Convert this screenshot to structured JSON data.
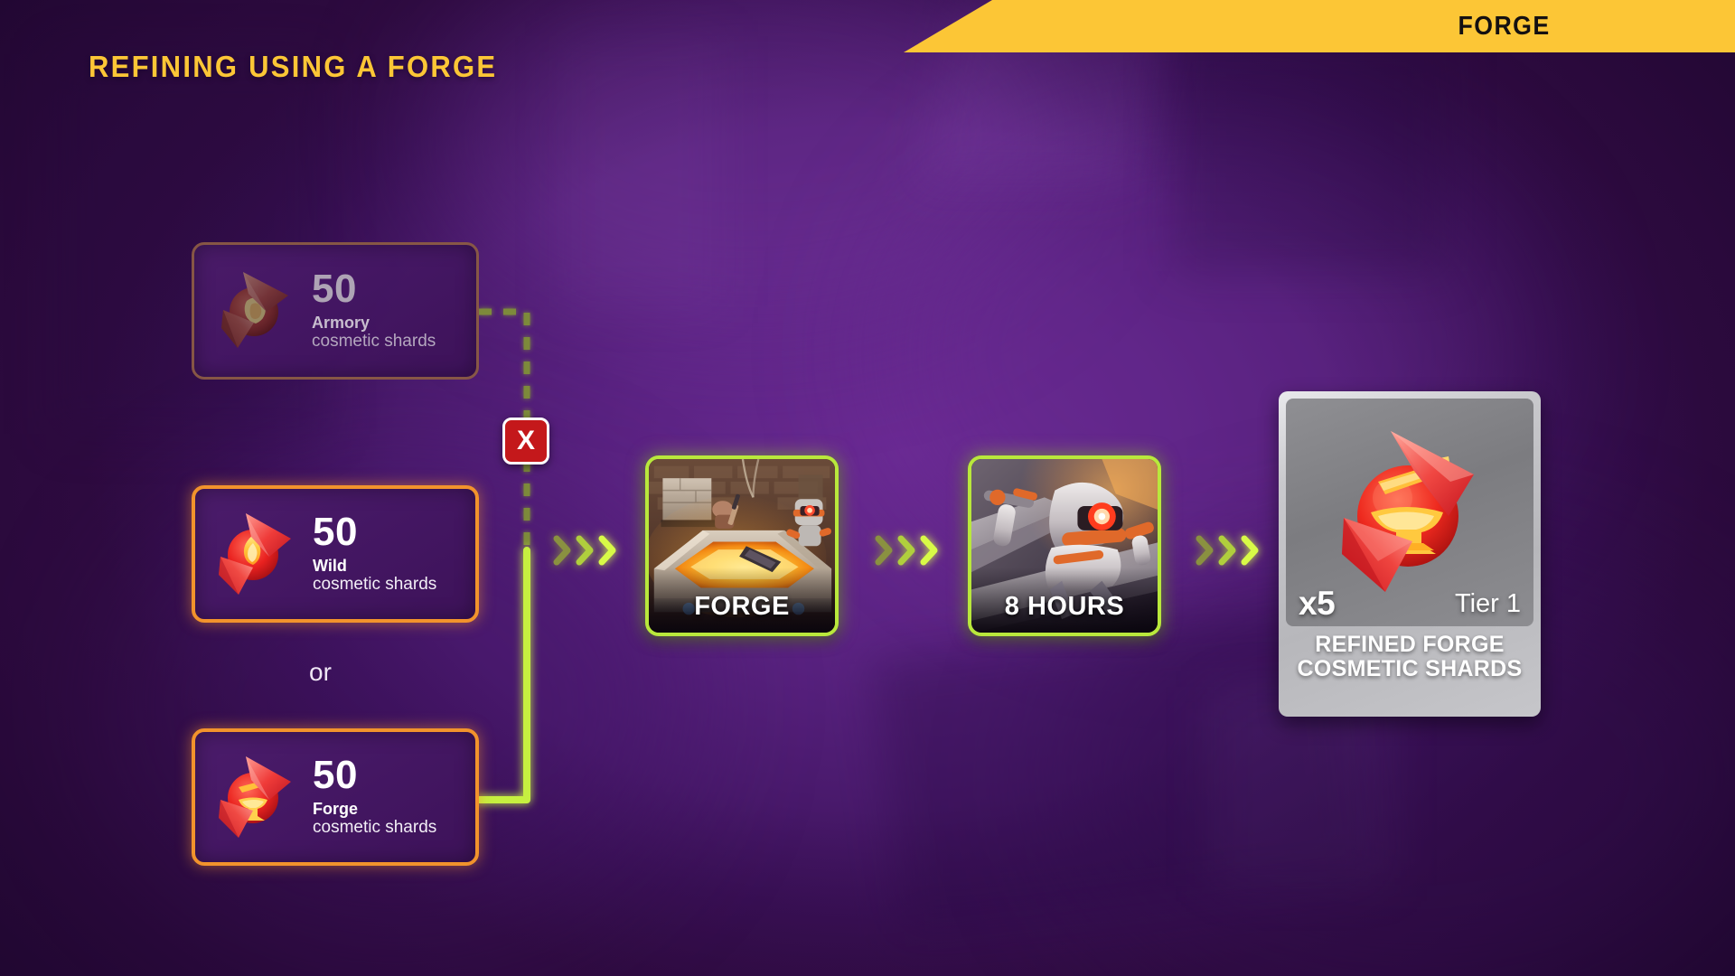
{
  "banner": {
    "label": "FORGE"
  },
  "header": {
    "title": "REFINING USING A FORGE"
  },
  "colors": {
    "accent_yellow": "#fcc636",
    "background_purple": "#5b2383",
    "border_active_orange": "#f2932c",
    "border_dim_orange": "#8a5a45",
    "connector_green": "#b9e83c",
    "connector_dim": "#7d8a3a",
    "error_red": "#c4181b",
    "result_silver": "#c9c9cd"
  },
  "ingredients": {
    "or_label": "or",
    "items": [
      {
        "quantity": "50",
        "name": "Armory",
        "subtitle": "cosmetic shards",
        "state": "unavailable",
        "icon": "armory-shard-icon"
      },
      {
        "quantity": "50",
        "name": "Wild",
        "subtitle": "cosmetic shards",
        "state": "available",
        "icon": "wild-shard-icon"
      },
      {
        "quantity": "50",
        "name": "Forge",
        "subtitle": "cosmetic shards",
        "state": "available",
        "icon": "forge-shard-icon"
      }
    ]
  },
  "blocked_marker": {
    "symbol": "X"
  },
  "process": {
    "steps": [
      {
        "label": "FORGE",
        "icon": "forge-station-icon"
      },
      {
        "label": "8 HOURS",
        "icon": "robot-timer-icon"
      }
    ]
  },
  "result": {
    "count": "x5",
    "tier": "Tier 1",
    "name_line1": "REFINED FORGE",
    "name_line2": "COSMETIC SHARDS",
    "icon": "refined-forge-shard-icon"
  }
}
